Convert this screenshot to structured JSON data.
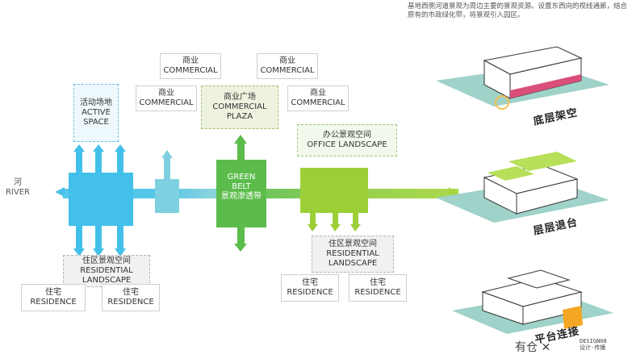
{
  "description": "基地西侧河道景观为周边主要的景观资源。设置东西向的视线通廊，结合原有的市政绿化带，将景观引入园区。",
  "river": {
    "cn": "河",
    "en": "RIVER"
  },
  "active_space": {
    "cn": "活动场地",
    "en1": "ACTIVE",
    "en2": "SPACE"
  },
  "commercial_1": {
    "cn": "商业",
    "en": "COMMERCIAL"
  },
  "commercial_2": {
    "cn": "商业",
    "en": "COMMERCIAL"
  },
  "commercial_3": {
    "cn": "商业",
    "en": "COMMERCIAL"
  },
  "commercial_4": {
    "cn": "商业",
    "en": "COMMERCIAL"
  },
  "commercial_plaza": {
    "cn": "商业广场",
    "en1": "COMMERCIAL",
    "en2": "PLAZA"
  },
  "green_belt": {
    "en1": "GREEN",
    "en2": "BELT",
    "cn": "景观渗透带"
  },
  "office_landscape": {
    "cn": "办公景观空间",
    "en": "OFFICE LANDSCAPE"
  },
  "residential_left": {
    "cn": "住区景观空间",
    "en1": "RESIDENTIAL",
    "en2": "LANDSCAPE"
  },
  "residential_right": {
    "cn": "住区景观空间",
    "en1": "RESIDENTIAL",
    "en2": "LANDSCAPE"
  },
  "residence_1": {
    "cn": "住宅",
    "en": "RESIDENCE"
  },
  "residence_2": {
    "cn": "住宅",
    "en": "RESIDENCE"
  },
  "residence_3": {
    "cn": "住宅",
    "en": "RESIDENCE"
  },
  "residence_4": {
    "cn": "住宅",
    "en": "RESIDENCE"
  },
  "captions": [
    "底层架空",
    "层层退台",
    "平台连接"
  ],
  "watermark": {
    "cn": "有仓",
    "en1": "DESIGN08",
    "en2": "设计·传播"
  },
  "colors": {
    "blue": "#4fc3e8",
    "green": "#55b848",
    "lime": "#9fd236",
    "teal": "#9fd2c8",
    "pink": "#d94f7a",
    "orange": "#f5a623"
  }
}
